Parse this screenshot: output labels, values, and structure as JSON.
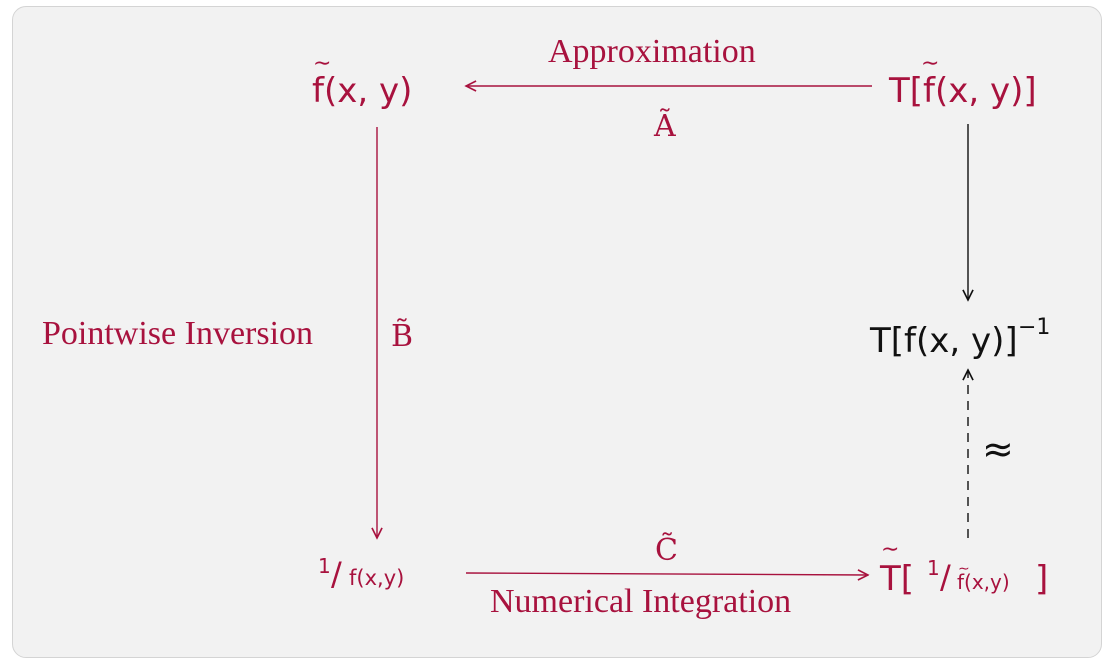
{
  "colors": {
    "accent": "#a8123e",
    "text": "#111111",
    "background": "#f2f2f2"
  },
  "nodes": {
    "f_tilde": "f(x, y)",
    "T_f_tilde": "T[f(x, y)]",
    "T_f_inverse": "T[f(x, y)]",
    "T_f_inverse_exponent": "−1",
    "reciprocal_num": "1",
    "reciprocal_slash": "/",
    "reciprocal_den": "f(x,y)",
    "T_tilde_prefix": "T[",
    "T_tilde_num": "1",
    "T_tilde_slash": "/",
    "T_tilde_den": "f(x,y)",
    "T_tilde_suffix": "]"
  },
  "edges": {
    "top": {
      "name": "Approximation",
      "symbol": "Ã"
    },
    "left": {
      "name": "Pointwise Inversion",
      "symbol": "B̃"
    },
    "bottom": {
      "symbol": "C̃",
      "name": "Numerical Integration"
    },
    "right_dashed": {
      "symbol": "≈"
    }
  }
}
